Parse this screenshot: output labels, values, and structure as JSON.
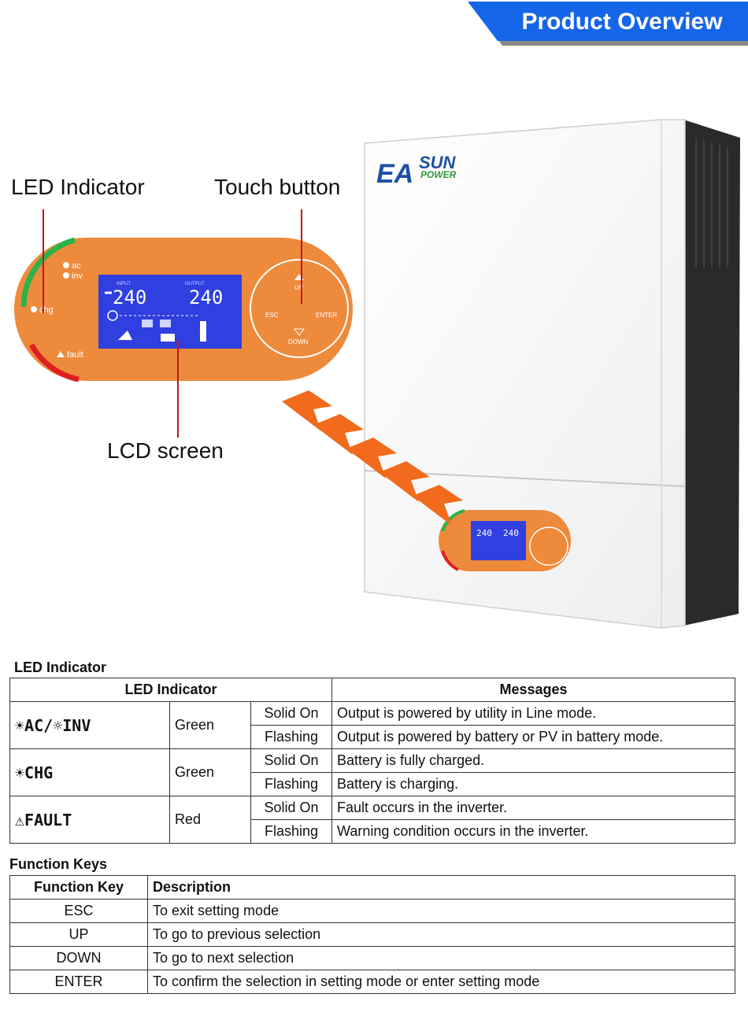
{
  "header": {
    "title": "Product Overview"
  },
  "callouts": {
    "led_indicator": "LED Indicator",
    "touch_button": "Touch button",
    "lcd_screen": "LCD screen"
  },
  "device": {
    "brand_ea": "EA",
    "brand_sun": "SUN",
    "brand_power": "POWER",
    "panel_labels": {
      "ac": "ac",
      "inv": "inv",
      "chg": "chg",
      "fault": "fault",
      "input": "INPUT",
      "output": "OUTPUT",
      "input_value": "240",
      "output_value": "240",
      "esc": "ESC",
      "up": "UP",
      "enter": "ENTER",
      "down": "DOWN"
    }
  },
  "led_section": {
    "title": "LED Indicator",
    "headers": {
      "indicator": "LED Indicator",
      "messages": "Messages"
    },
    "rows": [
      {
        "label_a": "AC",
        "label_b": "INV",
        "color": "Green",
        "states": [
          {
            "state": "Solid On",
            "message": "Output is powered by utility in Line mode."
          },
          {
            "state": "Flashing",
            "message": "Output is powered by battery or PV in battery mode."
          }
        ]
      },
      {
        "label_a": "CHG",
        "color": "Green",
        "states": [
          {
            "state": "Solid On",
            "message": "Battery is fully charged."
          },
          {
            "state": "Flashing",
            "message": "Battery is charging."
          }
        ]
      },
      {
        "label_a": "FAULT",
        "color": "Red",
        "states": [
          {
            "state": "Solid On",
            "message": "Fault occurs in the inverter."
          },
          {
            "state": "Flashing",
            "message": "Warning condition occurs in the inverter."
          }
        ]
      }
    ]
  },
  "function_section": {
    "title": "Function Keys",
    "headers": {
      "key": "Function Key",
      "description": "Description"
    },
    "rows": [
      {
        "key": "ESC",
        "description": "To exit setting mode"
      },
      {
        "key": "UP",
        "description": "To go to previous selection"
      },
      {
        "key": "DOWN",
        "description": "To go to next selection"
      },
      {
        "key": "ENTER",
        "description": "To confirm the selection in setting mode or enter setting mode"
      }
    ]
  },
  "colors": {
    "banner_blue": "#1565e8",
    "panel_orange": "#ee8a3c",
    "lcd_blue": "#2f3fe0",
    "arrow_orange": "#f26a1b",
    "led_green": "#2bb24a",
    "led_red": "#e02020",
    "callout_line": "#c4161c",
    "brand_blue": "#1d4fa8",
    "brand_green": "#2e9a3a"
  }
}
